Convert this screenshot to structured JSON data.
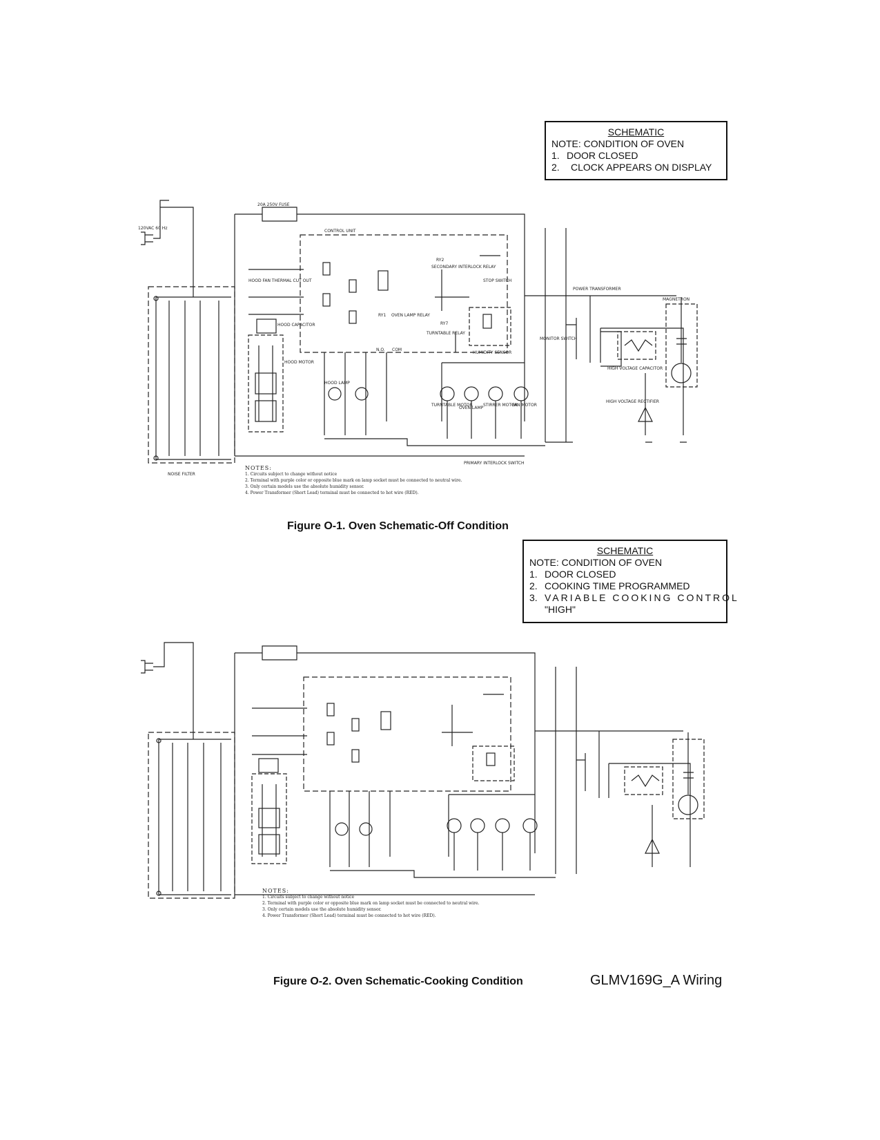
{
  "schematic_off": {
    "box": {
      "title": "SCHEMATIC",
      "note": "NOTE: CONDITION OF OVEN",
      "items": [
        {
          "num": "1.",
          "text": "DOOR CLOSED"
        },
        {
          "num": "2.",
          "text": "CLOCK APPEARS ON DISPLAY"
        }
      ]
    },
    "caption": "Figure O-1. Oven Schematic-Off Condition",
    "labels": {
      "power_supply": "120VAC 60 Hz",
      "noise_filter": "NOISE FILTER",
      "control_unit": "CONTROL UNIT",
      "magnetron": "MAGNETRON",
      "power_transformer": "POWER TRANSFORMER",
      "hv_capacitor": "HIGH VOLTAGE CAPACITOR",
      "hv_rectifier": "HIGH VOLTAGE RECTIFIER",
      "monitor_switch": "MONITOR SWITCH",
      "primary_interlock": "PRIMARY INTERLOCK SWITCH",
      "secondary_relay": "SECONDARY INTERLOCK RELAY",
      "stop_switch": "STOP SWITCH",
      "humidity_sensor": "HUMIDITY SENSOR",
      "hood_motor": "HOOD MOTOR",
      "hood_lamp": "HOOD LAMP",
      "oven_lamp_relay": "OVEN LAMP RELAY",
      "turntable_relay": "TURNTABLE RELAY",
      "fuse": "20A 250V FUSE",
      "thermal_cutout": "HOOD FAN THERMAL CUT OUT",
      "hood_capacitor": "HOOD CAPACITOR",
      "oven_lamp": "OVEN LAMP",
      "turntable_motor": "TURNTABLE MOTOR",
      "stirrer_motor": "STIRRER MOTOR",
      "fan_motor": "FAN MOTOR",
      "ry1": "RY1",
      "ry2": "RY2",
      "ry7": "RY7",
      "com": "COM",
      "no": "N.O."
    },
    "notes": {
      "heading": "NOTES:",
      "items": [
        "1. Circuits subject to change without notice",
        "2. Terminal with purple color or opposite blue mark on lamp socket must be connected to neutral wire.",
        "3. Only certain models use the absolute humidity sensor.",
        "4. Power Transformer (Short Lead) terminal must be connected to hot wire (RED)."
      ]
    }
  },
  "schematic_cooking": {
    "box": {
      "title": "SCHEMATIC",
      "note": "NOTE: CONDITION OF OVEN",
      "items": [
        {
          "num": "1.",
          "text": "DOOR CLOSED"
        },
        {
          "num": "2.",
          "text": "COOKING TIME PROGRAMMED"
        },
        {
          "num": "3.",
          "text": "VARIABLE COOKING CONTROL"
        }
      ],
      "item3_cont": "\"HIGH\""
    },
    "caption": "Figure O-2. Oven Schematic-Cooking Condition",
    "notes": {
      "heading": "NOTES:",
      "items": [
        "1. Circuits subject to change without notice",
        "2. Terminal with purple color or opposite blue mark on lamp socket must be connected to neutral wire.",
        "3. Only certain models use the absolute humidity sensor.",
        "4. Power Transformer (Short Lead) terminal must be connected to hot wire (RED)."
      ]
    }
  },
  "model_label": "GLMV169G_A Wiring"
}
